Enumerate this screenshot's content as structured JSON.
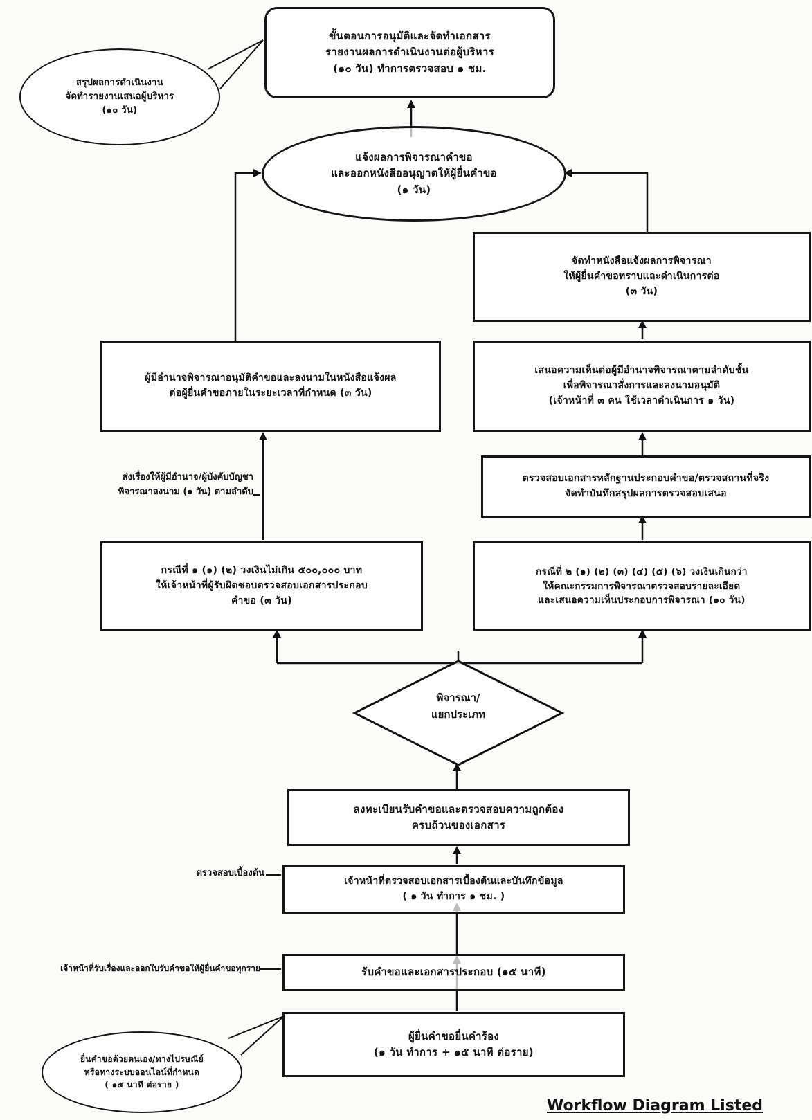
{
  "diagram": {
    "title": "Workflow Diagram Listed",
    "nodes": {
      "top_box": {
        "lines": [
          "ขั้นตอนการอนุมัติและจัดทำเอกสาร",
          "รายงานผลการดำเนินงานต่อผู้บริหาร",
          "(๑๐ วัน) ทำการตรวจสอบ ๑ ชม."
        ]
      },
      "top_bubble": {
        "lines": [
          "สรุปผลการดำเนินงาน",
          "จัดทำรายงานเสนอผู้บริหาร",
          "(๑๐ วัน)"
        ]
      },
      "ellipse": {
        "lines": [
          "แจ้งผลการพิจารณาคำขอ",
          "และออกหนังสืออนุญาตให้ผู้ยื่นคำขอ",
          "(๑ วัน)"
        ]
      },
      "left_upper": {
        "lines": [
          "ผู้มีอำนาจพิจารณาอนุมัติคำขอและลงนามในหนังสือแจ้งผล",
          "ต่อผู้ยื่นคำขอภายในระยะเวลาที่กำหนด (๓ วัน)"
        ]
      },
      "right_top": {
        "lines": [
          "จัดทำหนังสือแจ้งผลการพิจารณา",
          "ให้ผู้ยื่นคำขอทราบและดำเนินการต่อ",
          "(๓ วัน)"
        ]
      },
      "right_upper": {
        "lines": [
          "เสนอความเห็นต่อผู้มีอำนาจพิจารณาตามลำดับชั้น",
          "เพื่อพิจารณาสั่งการและลงนามอนุมัติ",
          "(เจ้าหน้าที่ ๓ คน ใช้เวลาดำเนินการ ๑ วัน)"
        ]
      },
      "right_mid": {
        "lines": [
          "ตรวจสอบเอกสารหลักฐานประกอบคำขอ/ตรวจสถานที่จริง",
          "จัดทำบันทึกสรุปผลการตรวจสอบเสนอ"
        ]
      },
      "left_lower": {
        "lines": [
          "กรณีที่ ๑ (๑) (๒) วงเงินไม่เกิน ๕๐๐,๐๐๐ บาท",
          "ให้เจ้าหน้าที่ผู้รับผิดชอบตรวจสอบเอกสารประกอบ",
          "คำขอ (๓ วัน)"
        ]
      },
      "right_lower": {
        "lines": [
          "กรณีที่ ๒ (๑) (๒) (๓) (๔) (๕) (๖) วงเงินเกินกว่า",
          "ให้คณะกรรมการพิจารณาตรวจสอบรายละเอียด",
          "และเสนอความเห็นประกอบการพิจารณา (๑๐ วัน)"
        ]
      },
      "diamond": {
        "lines": [
          "พิจารณา/",
          "แยกประเภท"
        ]
      },
      "box_register": {
        "lines": [
          "ลงทะเบียนรับคำขอและตรวจสอบความถูกต้อง",
          "ครบถ้วนของเอกสาร"
        ]
      },
      "box_check": {
        "lines": [
          "เจ้าหน้าที่ตรวจสอบเอกสารเบื้องต้นและบันทึกข้อมูล",
          "( ๑ วัน ทำการ ๑ ชม. )"
        ]
      },
      "box_receive": {
        "lines": [
          "รับคำขอและเอกสารประกอบ (๑๕ นาที)"
        ]
      },
      "box_start": {
        "lines": [
          "ผู้ยื่นคำขอยื่นคำร้อง",
          "(๑ วัน ทำการ + ๑๕ นาที ต่อราย)"
        ]
      },
      "bottom_bubble": {
        "lines": [
          "ยื่นคำขอด้วยตนเอง/ทางไปรษณีย์",
          "หรือทางระบบออนไลน์ที่กำหนด",
          "( ๑๕ นาที ต่อราย )"
        ]
      }
    },
    "side_notes": {
      "note_left_upper": [
        "ส่งเรื่องให้ผู้มีอำนาจ/ผู้บังคับบัญชา",
        "พิจารณาลงนาม (๑ วัน) ตามลำดับ"
      ],
      "note_check": [
        "ตรวจสอบเบื้องต้น"
      ],
      "note_receive": [
        "เจ้าหน้าที่รับเรื่องและออกใบรับคำขอให้ผู้ยื่นคำขอทุกราย"
      ]
    }
  }
}
